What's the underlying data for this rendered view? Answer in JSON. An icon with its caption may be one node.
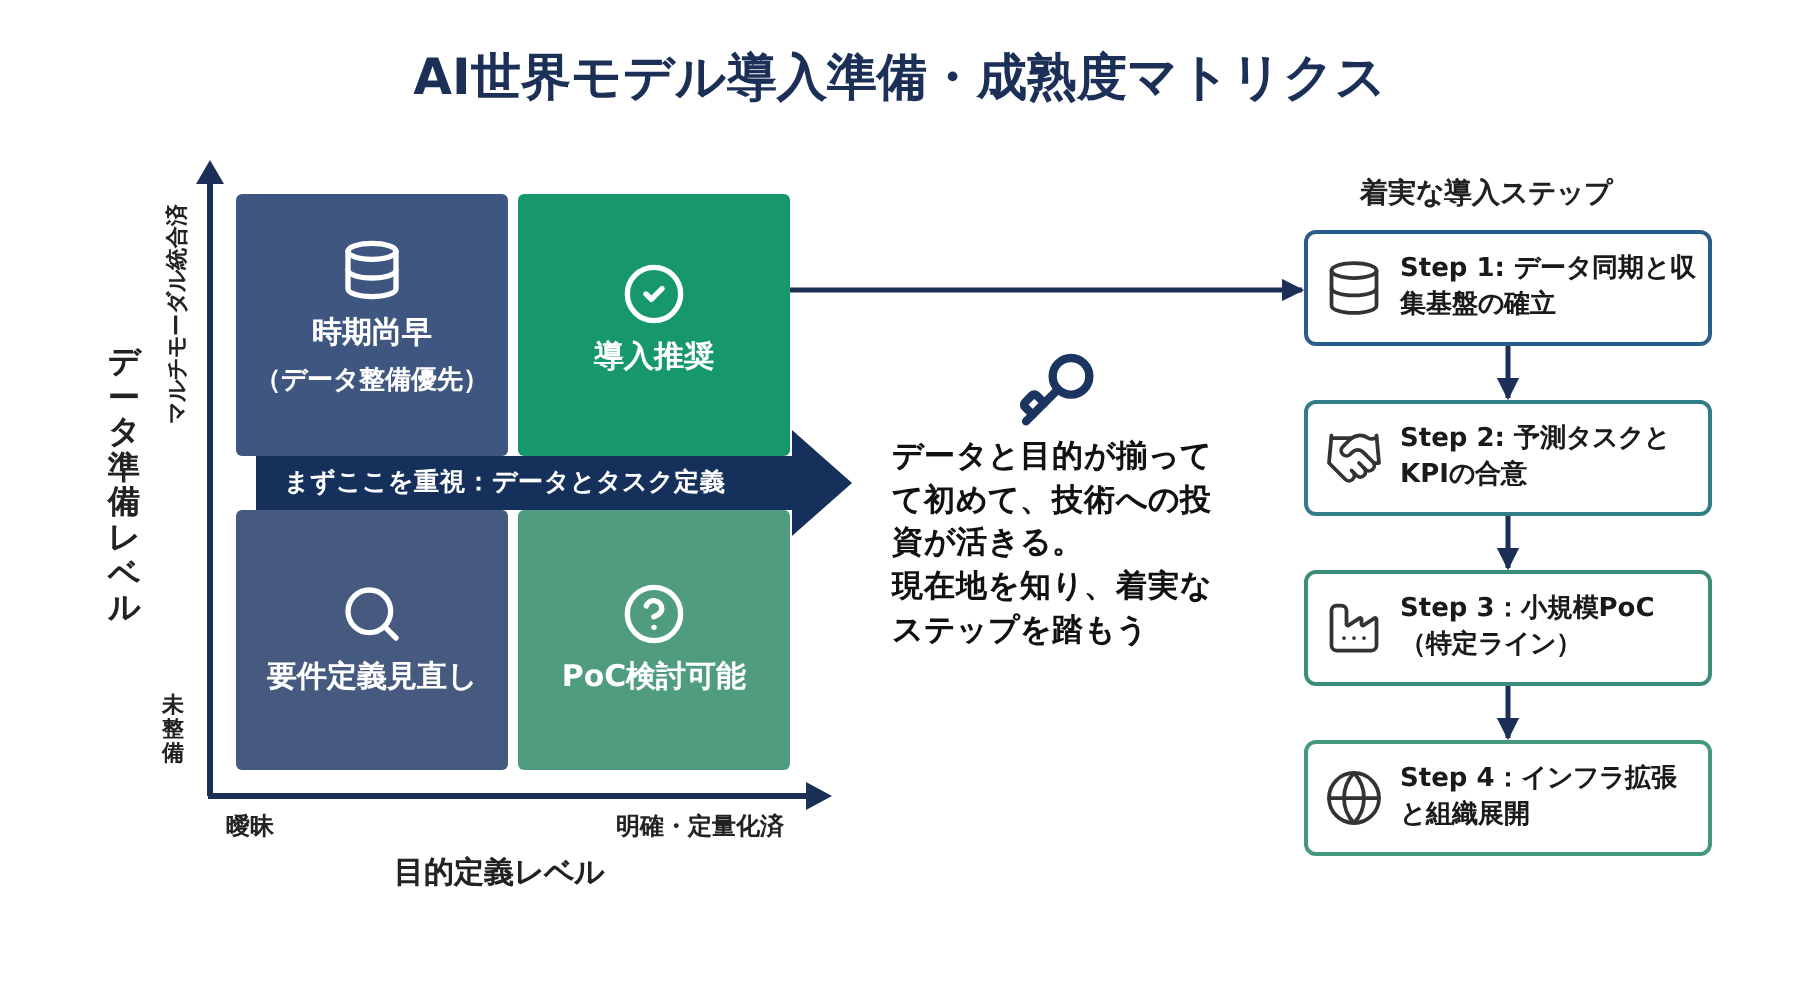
{
  "diagram": {
    "title": "AI世界モデル導入準備・成熟度マトリクス",
    "nodes": [
      {
        "text": [
          "時期尚早",
          "（データ整備優先）"
        ]
      },
      {
        "text": [
          "導入推奨"
        ]
      },
      {
        "text": [
          "要件定義見直し"
        ]
      },
      {
        "text": [
          "PoC検討可能"
        ]
      },
      {
        "text": [
          "まずここを重視：データとタスク定義"
        ]
      },
      {
        "text": [
          "データと目的が揃ってて初めて、技術への投資が活きる。",
          "現在地を知り、着実なステップを踏もう"
        ]
      },
      {
        "text": [
          "Step 1: データ同期と収集基盤の確立"
        ]
      },
      {
        "text": [
          "Step 2: 予測タスクとKPIの合意"
        ]
      },
      {
        "text": [
          "Step 3：小規模PoC（特定ライン）"
        ]
      },
      {
        "text": [
          "Step 4：インフラ拡張と組織展開"
        ]
      }
    ],
    "edges": [
      {
        "from": 1,
        "to": 6,
        "arrow": "to"
      },
      {
        "from": 6,
        "to": 7,
        "arrow": "to"
      },
      {
        "from": 7,
        "to": 8,
        "arrow": "to"
      },
      {
        "from": 8,
        "to": 9,
        "arrow": "to"
      }
    ],
    "labels": [
      "データ準備レベル",
      "マルチモーダル統合済",
      "未整備",
      "曖昧",
      "明確・定量化済",
      "目的定義レベル",
      "着実な導入ステップ"
    ]
  }
}
